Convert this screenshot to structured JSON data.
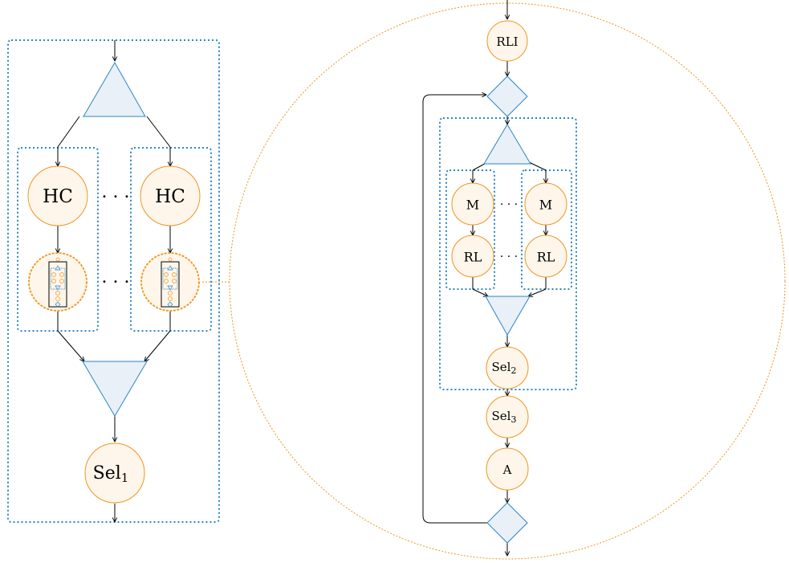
{
  "colors": {
    "node_stroke": "#f0941f",
    "node_fill": "#fef6ea",
    "shape_stroke": "#2a86c4",
    "shape_fill": "#e9f0f8",
    "group_border": "#2a86c4",
    "zoom_circle": "#f0941f",
    "edge": "#000000"
  },
  "left": {
    "node_hc_1": "HC",
    "node_hc_2": "HC",
    "ellipsis_top": "· · ·",
    "ellipsis_bottom": "· · ·",
    "node_sel1": "Sel",
    "node_sel1_sub": "1"
  },
  "right": {
    "node_rli": "RLI",
    "node_m_1": "M",
    "node_m_2": "M",
    "node_rl_1": "RL",
    "node_rl_2": "RL",
    "ellipsis_m": "· · ·",
    "ellipsis_rl": "· · ·",
    "node_sel2": "Sel",
    "node_sel2_sub": "2",
    "node_sel3": "Sel",
    "node_sel3_sub": "3",
    "node_a": "A"
  }
}
